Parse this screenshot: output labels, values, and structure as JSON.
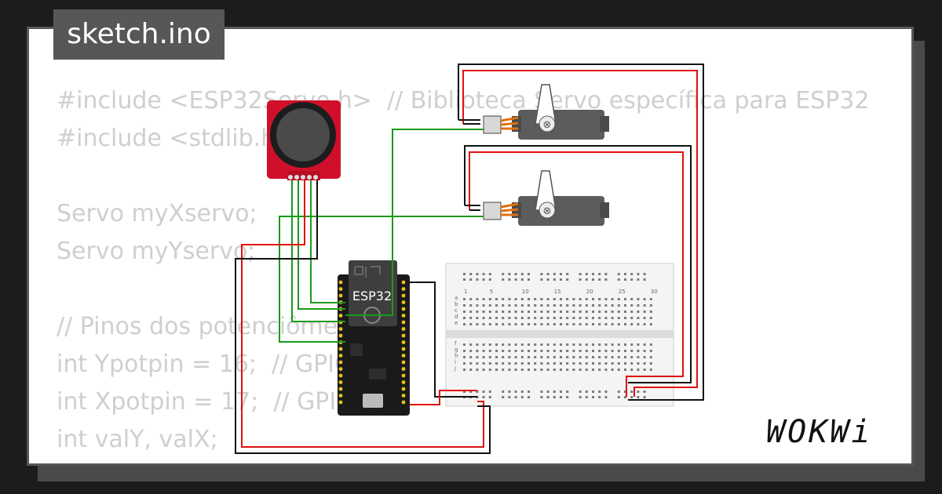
{
  "tab": {
    "label": "sketch.ino"
  },
  "code_lines": [
    "#include <ESP32Servo.h>  // Biblioteca Servo específica para ESP32",
    "#include <stdlib.h>",
    "",
    "Servo myXservo;",
    "Servo myYservo;",
    "",
    "// Pinos dos potenciômetros",
    "int Ypotpin = 16;  // GPIO 16",
    "int Xpotpin = 17;  // GPIO 17",
    "int valY, valX;"
  ],
  "esp32_label": "ESP32",
  "brand": "WOKWi",
  "breadboard": {
    "column_numbers": [
      "1",
      "5",
      "10",
      "15",
      "20",
      "25",
      "30"
    ],
    "row_letters_top": [
      "a",
      "b",
      "c",
      "d",
      "e"
    ],
    "row_letters_bottom": [
      "f",
      "g",
      "h",
      "i",
      "j"
    ]
  },
  "colors": {
    "wire_red": "#e01010",
    "wire_black": "#111111",
    "wire_green": "#1a9a1a",
    "joystick_board": "#d0102a",
    "esp32_board": "#1a1a1a"
  }
}
